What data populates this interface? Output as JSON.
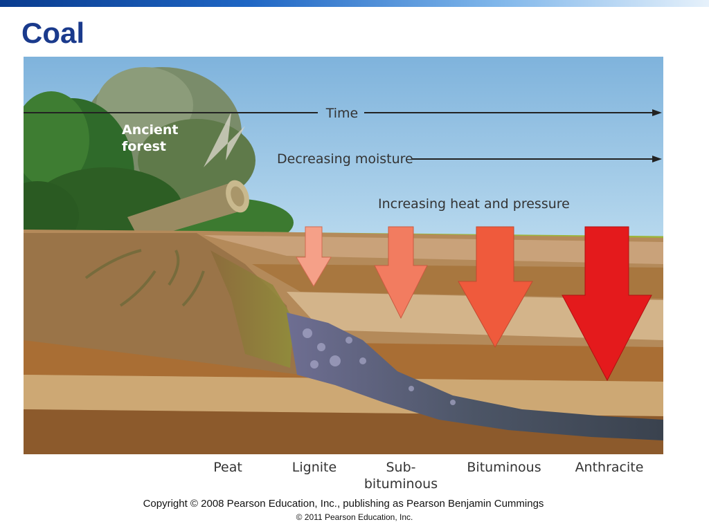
{
  "slide": {
    "title": "Coal"
  },
  "figure": {
    "forest_label": [
      "Ancient",
      "forest"
    ],
    "time_label": "Time",
    "moisture_label": "Decreasing moisture",
    "heat_label": "Increasing heat and pressure",
    "stages": [
      {
        "id": "peat",
        "label": "Peat"
      },
      {
        "id": "lignite",
        "label": "Lignite"
      },
      {
        "id": "sub-bituminous",
        "label": "Sub-\nbituminous"
      },
      {
        "id": "bituminous",
        "label": "Bituminous"
      },
      {
        "id": "anthracite",
        "label": "Anthracite"
      }
    ],
    "arrow_colors": [
      "#f5a088",
      "#f27c60",
      "#ef5a3c",
      "#e41a1c"
    ],
    "sky_color": "#8fbfe0"
  },
  "footer": {
    "copyright_main": "Copyright © 2008 Pearson Education, Inc., publishing as Pearson Benjamin Cummings",
    "copyright_sub": "© 2011 Pearson Education, Inc."
  }
}
